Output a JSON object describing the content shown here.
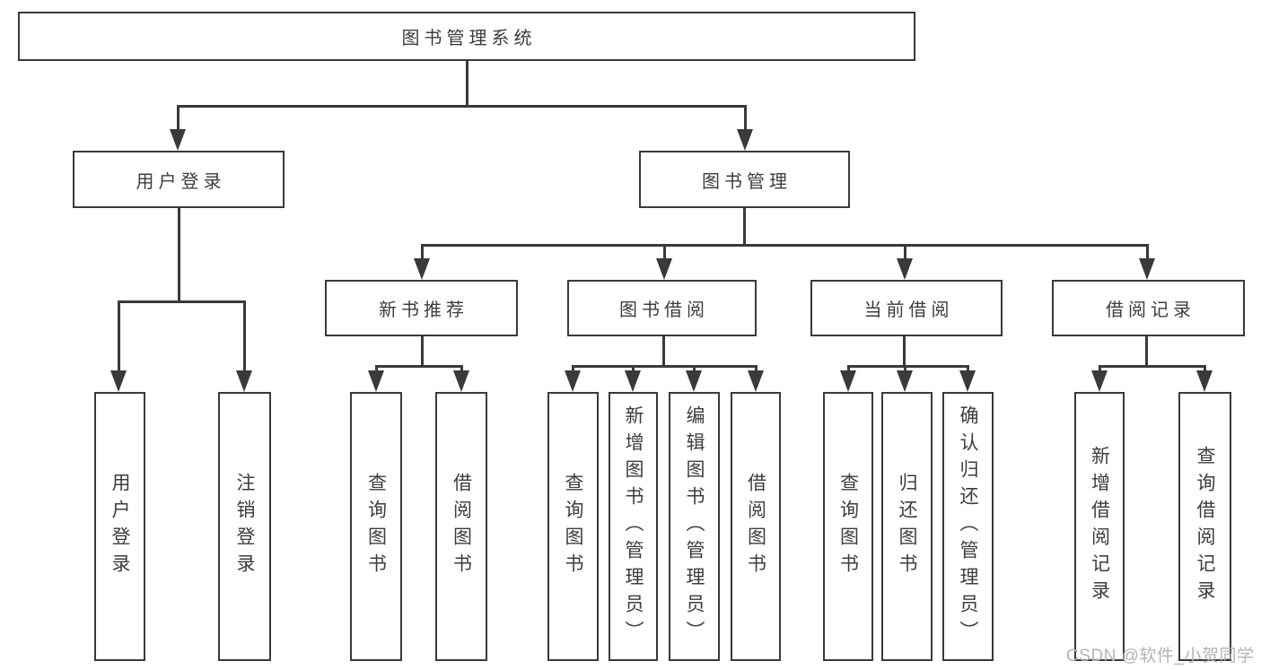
{
  "diagram": {
    "root": {
      "label": "图书管理系统"
    },
    "branches": {
      "user_login": {
        "label": "用户登录"
      },
      "book_mgmt": {
        "label": "图书管理"
      }
    },
    "modules": {
      "new_book_rec": {
        "label": "新书推荐"
      },
      "book_borrow": {
        "label": "图书借阅"
      },
      "current_borrow": {
        "label": "当前借阅"
      },
      "borrow_records": {
        "label": "借阅记录"
      }
    },
    "leaves": {
      "user_login_login": {
        "label": "用户登录"
      },
      "user_login_logout": {
        "label": "注销登录"
      },
      "newbook_query": {
        "label": "查询图书"
      },
      "newbook_borrow": {
        "label": "借阅图书"
      },
      "borrow_query": {
        "label": "查询图书"
      },
      "borrow_add": {
        "label": "新增图书（管理员）"
      },
      "borrow_edit": {
        "label": "编辑图书（管理员）"
      },
      "borrow_borrow": {
        "label": "借阅图书"
      },
      "current_query": {
        "label": "查询图书"
      },
      "current_return": {
        "label": "归还图书"
      },
      "current_confirm": {
        "label": "确认归还（管理员）"
      },
      "records_add": {
        "label": "新增借阅记录"
      },
      "records_query": {
        "label": "查询借阅记录"
      }
    }
  },
  "watermark": {
    "text": "CSDN @软件_小贺同学"
  },
  "colors": {
    "line": "#3a3a3a",
    "text": "#3d3d3d",
    "watermark": "#b3b3b3",
    "background": "#ffffff"
  }
}
